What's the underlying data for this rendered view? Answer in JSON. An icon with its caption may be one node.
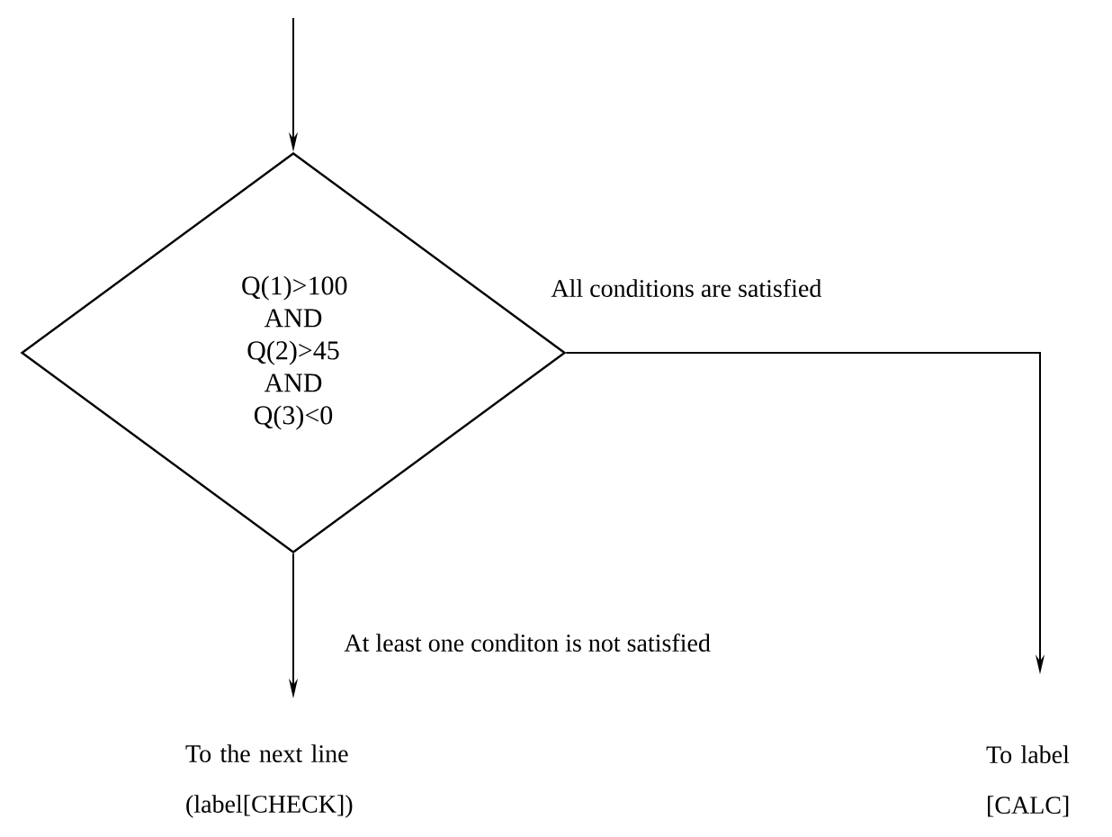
{
  "diagram": {
    "nodes": [
      {
        "text": [
          "Q(1)>100 AND Q(2)>45 AND Q(3)<0"
        ]
      },
      {
        "text": [
          "To the next line (label[CHECK])"
        ]
      },
      {
        "text": [
          "To label [CALC]"
        ]
      }
    ],
    "edges": [
      {
        "from": null,
        "to": 0,
        "arrow": "to"
      },
      {
        "from": 0,
        "to": 1,
        "arrow": "to",
        "label": "At least one conditon is not satisfied"
      },
      {
        "from": 0,
        "to": 2,
        "arrow": "to",
        "label": "All conditions are satisfied"
      }
    ]
  }
}
